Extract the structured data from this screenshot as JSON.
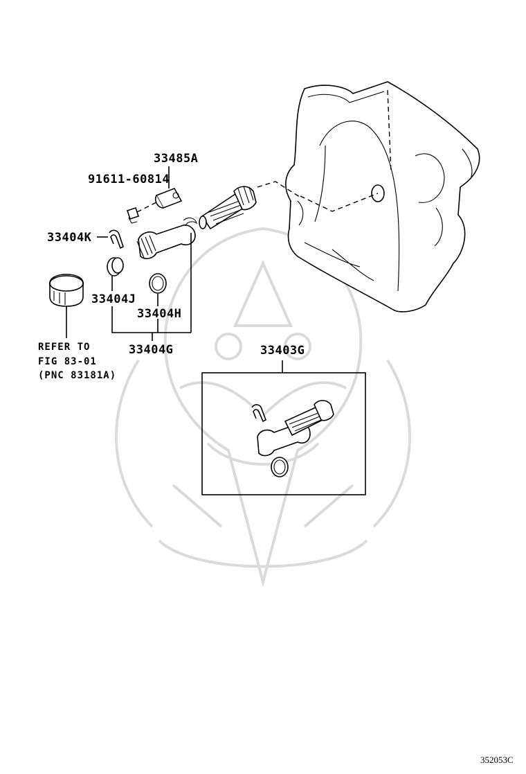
{
  "labels": {
    "part_33485A": "33485A",
    "part_91611": "91611-60814",
    "part_33404K": "33404K",
    "part_33404J": "33404J",
    "part_33404H": "33404H",
    "part_33404G": "33404G",
    "part_33403G": "33403G"
  },
  "reference": {
    "line1": "REFER TO",
    "line2": "FIG 83-01",
    "line3": "(PNC 83181A)"
  },
  "diagram_code": "352053C",
  "colors": {
    "ink": "#000000",
    "watermark": "#d8d8d8",
    "background": "#ffffff"
  }
}
